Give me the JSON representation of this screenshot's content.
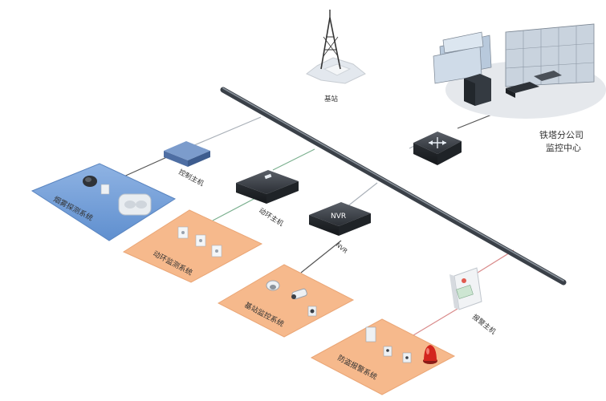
{
  "labels": {
    "base_station": "基站",
    "monitoring_center_line1": "铁塔分公司",
    "monitoring_center_line2": "监控中心",
    "control_host": "控制主机",
    "env_host": "动环主机",
    "nvr_device": "NVR",
    "nvr_caption": "NVR",
    "alarm_host": "报警主机"
  },
  "zones": {
    "smoke": "烟雾探测系统",
    "env_monitor": "动环监测系统",
    "station_monitor": "基站监控系统",
    "intrusion_alarm": "防盗报警系统"
  },
  "colors": {
    "backbone": "#3a4048",
    "zone_blue": "#6f9bd6",
    "zone_orange": "#f6b98c",
    "line_gray": "#a9b0b8",
    "line_green": "#7bb08f",
    "line_red": "#d98a8a"
  }
}
